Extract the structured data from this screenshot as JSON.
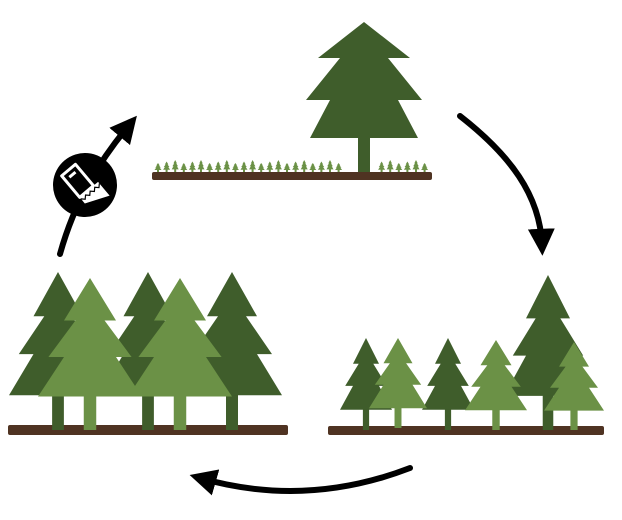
{
  "colors": {
    "background": "#ffffff",
    "tree_dark": "#3f5d2b",
    "tree_light": "#6b9146",
    "soil": "#4f3322",
    "arrow": "#000000",
    "icon_fill": "#000000",
    "icon_detail": "#ffffff"
  },
  "stages": [
    {
      "name": "seedling-stage"
    },
    {
      "name": "young-forest-stage"
    },
    {
      "name": "mature-forest-stage"
    },
    {
      "name": "harvest-stage"
    }
  ],
  "icons": {
    "harvest": "saw-icon",
    "flow": "cycle-arrow-icon"
  }
}
